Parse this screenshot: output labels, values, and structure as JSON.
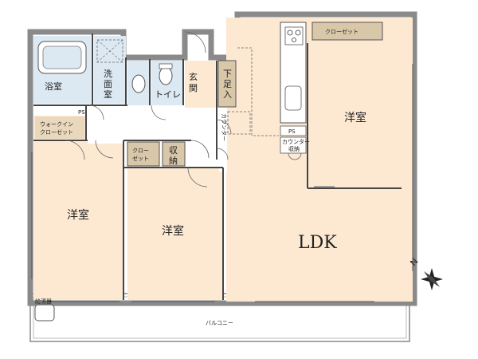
{
  "labels": {
    "bath": "浴室",
    "washroom_1": "洗",
    "washroom_2": "面",
    "washroom_3": "室",
    "toilet": "トイレ",
    "entrance_1": "玄",
    "entrance_2": "関",
    "shoe_box_1": "下",
    "shoe_box_2": "足",
    "shoe_box_3": "入",
    "ps_top": "PS",
    "walk_in_1": "ウォークイン",
    "walk_in_2": "クローゼット",
    "closet_top": "クローゼット",
    "counter_vertical": "カウンター",
    "ps_kitchen": "PS",
    "counter_storage_1": "カウンター",
    "counter_storage_2": "収納",
    "closet_mid_1": "クロー",
    "closet_mid_2": "ゼット",
    "storage_1": "収",
    "storage_2": "納",
    "room_west": "洋室",
    "room_center": "洋室",
    "room_east": "洋室",
    "ldk": "LDK",
    "balcony": "バルコニー",
    "water_heater": "給湯器",
    "north": "N"
  },
  "colors": {
    "floor": "#fde8d2",
    "wet_area": "#dce9f2",
    "wall": "#8a8a8a",
    "closet_fill": "#d8c7a8",
    "balcony": "#ffffff"
  }
}
